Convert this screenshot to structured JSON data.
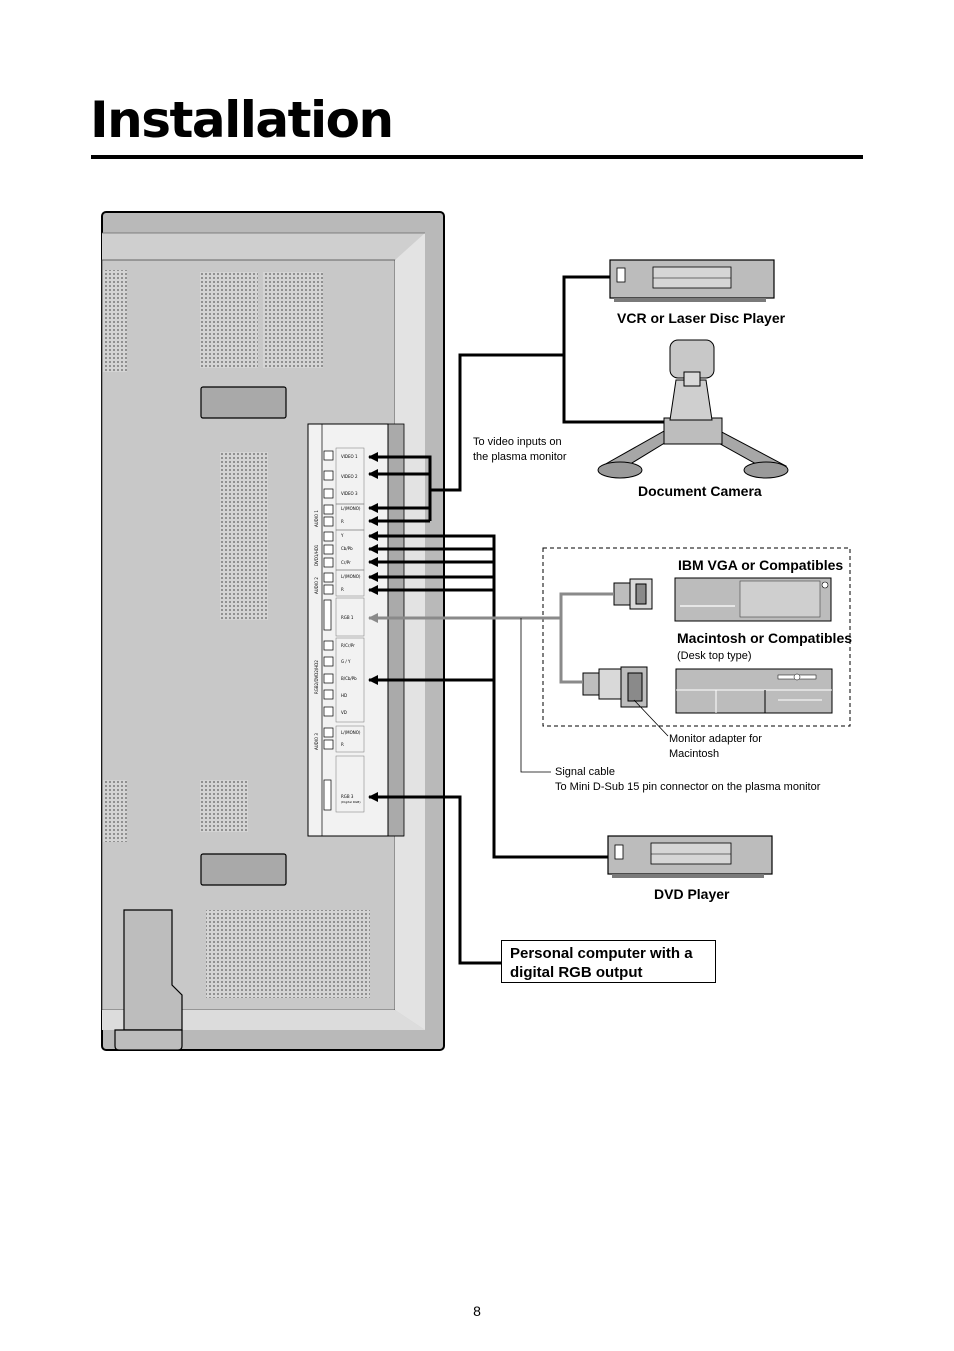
{
  "page": {
    "title": "Installation",
    "page_number": "8"
  },
  "devices": {
    "vcr": "VCR or Laser Disc Player",
    "camera": "Document Camera",
    "ibm": "IBM VGA or Compatibles",
    "mac": "Macintosh or Compatibles",
    "mac_sub": "(Desk top type)",
    "dvd": "DVD Player",
    "pc_line1": "Personal computer with a",
    "pc_line2": "digital RGB output"
  },
  "notes": {
    "video_inputs_1": "To video inputs on",
    "video_inputs_2": "the plasma monitor",
    "adapter_1": "Monitor adapter for",
    "adapter_2": "Macintosh",
    "signal_1": "Signal cable",
    "signal_2": "To Mini D-Sub 15 pin connector on the plasma monitor"
  },
  "ports": {
    "video1": "VIDEO 1",
    "video2": "VIDEO 2",
    "video3": "VIDEO 3",
    "a1_lmono": "L/(MONO)",
    "a1_r": "R",
    "y": "Y",
    "cb": "Cb/Pb",
    "cr": "Cr/Pr",
    "a2_lmono": "L/(MONO)",
    "a2_r": "R",
    "rgb1": "RGB 1",
    "rcrpr": "R/Cr/Pr",
    "gy": "G / Y",
    "bcbpb": "B/Cb/Pb",
    "hd": "HD",
    "vd": "VD",
    "a3_lmono": "L/(MONO)",
    "a3_r": "R",
    "rgb3": "RGB 3",
    "rgb3_sub": "(Digital RGB)",
    "grp_audio1": "AUDIO 1",
    "grp_dvd": "DVD1/HD1",
    "grp_audio2": "AUDIO 2",
    "grp_rgb2": "RGB2/DVD2/HD2",
    "grp_audio3": "AUDIO 3"
  }
}
